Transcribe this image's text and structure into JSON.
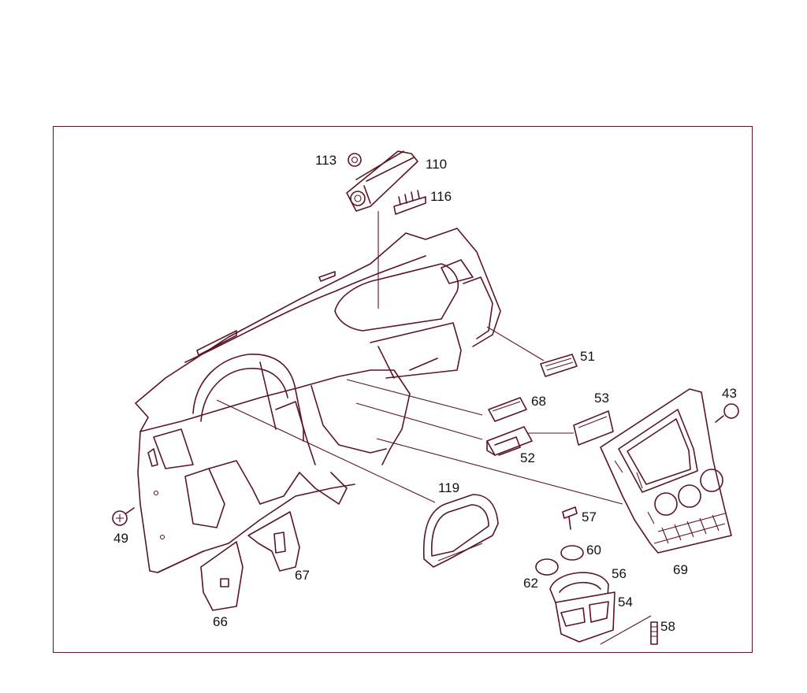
{
  "diagram": {
    "frame_color": "#5a1424",
    "line_color": "#5a1424",
    "part_labels": {
      "p113": "113",
      "p110": "110",
      "p116": "116",
      "p51": "51",
      "p68": "68",
      "p53": "53",
      "p43": "43",
      "p52": "52",
      "p119": "119",
      "p57": "57",
      "p60": "60",
      "p56": "56",
      "p62": "62",
      "p54": "54",
      "p58": "58",
      "p69": "69",
      "p49": "49",
      "p67": "67",
      "p66": "66"
    }
  }
}
